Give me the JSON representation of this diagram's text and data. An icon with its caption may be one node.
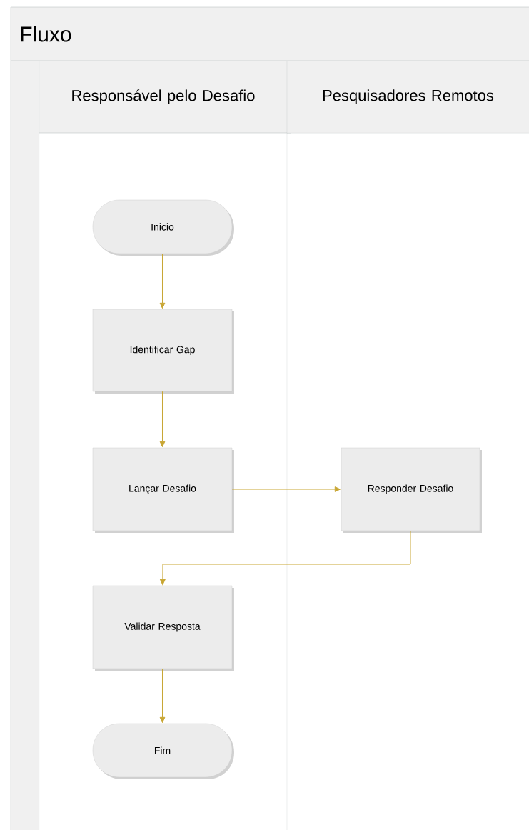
{
  "diagram": {
    "nodes": [
      {
        "text": [
          "Fluxo"
        ]
      },
      {
        "text": [
          "Responsável pelo Desafio"
        ],
        "in": 0
      },
      {
        "text": [
          "Pesquisadores Remotos"
        ],
        "in": 0
      },
      {
        "text": [
          "Inicio"
        ],
        "in": 1
      },
      {
        "text": [
          "Identificar Gap"
        ],
        "in": 1
      },
      {
        "text": [
          "Lançar Desafio"
        ],
        "in": 1
      },
      {
        "text": [
          "Responder Desafio"
        ],
        "in": 2
      },
      {
        "text": [
          "Validar Resposta"
        ],
        "in": 1
      },
      {
        "text": [
          "Fim"
        ],
        "in": 1
      }
    ],
    "edges": [
      {
        "from": 3,
        "to": 4,
        "arrow": "to"
      },
      {
        "from": 4,
        "to": 5,
        "arrow": "to"
      },
      {
        "from": 5,
        "to": 6,
        "arrow": "to"
      },
      {
        "from": 6,
        "to": 7,
        "arrow": "to"
      },
      {
        "from": 7,
        "to": 8,
        "arrow": "to"
      }
    ]
  }
}
